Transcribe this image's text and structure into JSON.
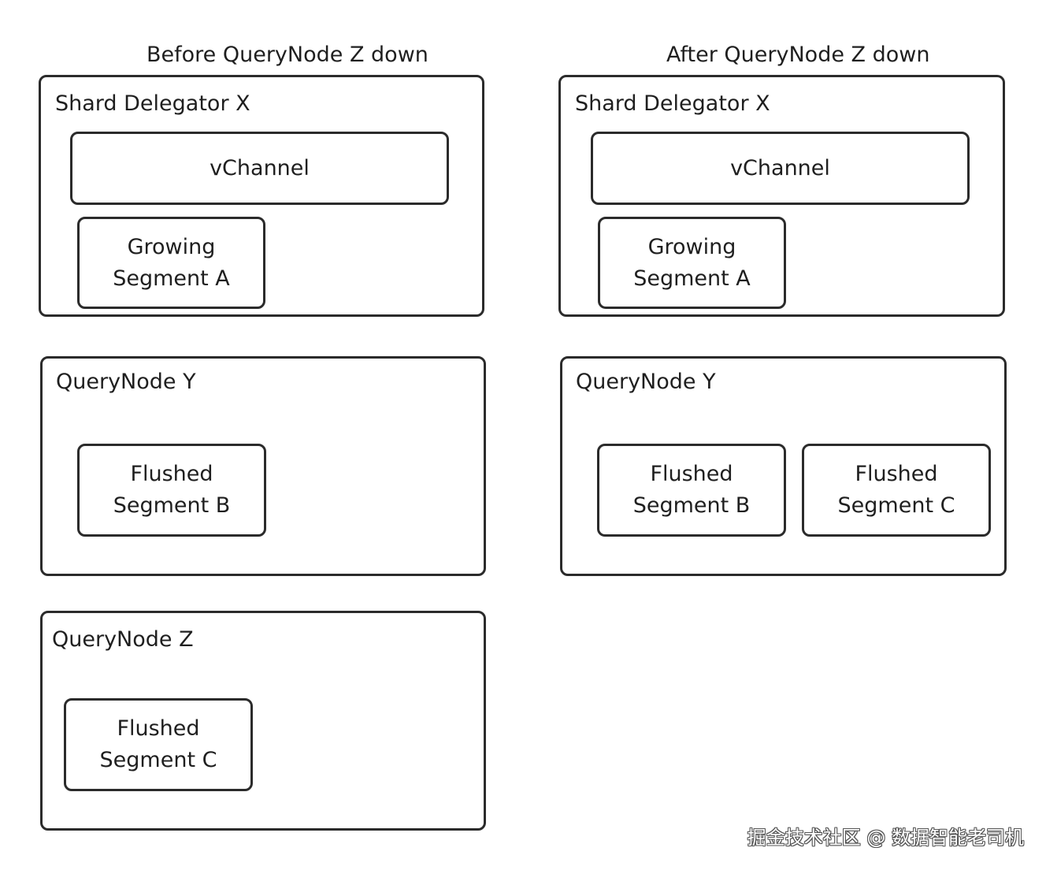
{
  "before": {
    "heading": "Before QueryNode Z down",
    "shard_delegator": {
      "title": "Shard Delegator X",
      "vchannel": "vChannel",
      "growing_segment": [
        "Growing",
        "Segment A"
      ]
    },
    "querynode_y": {
      "title": "QueryNode Y",
      "segments": [
        [
          "Flushed",
          "Segment B"
        ]
      ]
    },
    "querynode_z": {
      "title": "QueryNode Z",
      "segments": [
        [
          "Flushed",
          "Segment C"
        ]
      ]
    }
  },
  "after": {
    "heading": "After QueryNode Z down",
    "shard_delegator": {
      "title": "Shard Delegator X",
      "vchannel": "vChannel",
      "growing_segment": [
        "Growing",
        "Segment A"
      ]
    },
    "querynode_y": {
      "title": "QueryNode Y",
      "segments": [
        [
          "Flushed",
          "Segment B"
        ],
        [
          "Flushed",
          "Segment C"
        ]
      ]
    }
  },
  "watermark": "掘金技术社区 @ 数据智能老司机"
}
